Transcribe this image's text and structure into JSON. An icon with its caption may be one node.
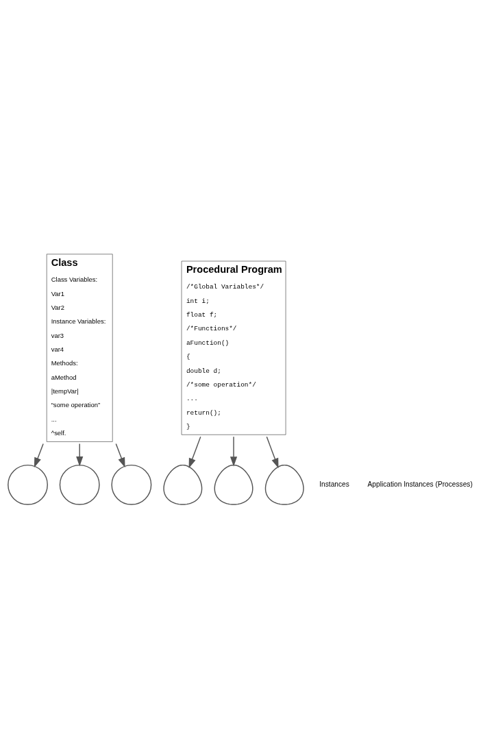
{
  "diagram": {
    "nodes": [
      {
        "text": [
          "Class",
          "Class Variables:",
          "Var1",
          "Var2",
          "Instance Variables:",
          "var3",
          "var4",
          "Methods:",
          "aMethod",
          "|tempVar|",
          "“some operation”",
          "...",
          "^self."
        ]
      },
      {
        "text": [
          "Procedural Program",
          "/*Global Variables*/",
          "int i;",
          "float f;",
          "/*Functions*/",
          "aFunction()",
          "{",
          "double d;",
          "/*some operation*/",
          "...",
          "return();",
          "}"
        ]
      },
      {
        "text": [],
        "shape": "circle"
      },
      {
        "text": [],
        "shape": "circle"
      },
      {
        "text": [],
        "shape": "circle"
      },
      {
        "text": [],
        "shape": "blob"
      },
      {
        "text": [],
        "shape": "blob"
      },
      {
        "text": [],
        "shape": "blob"
      }
    ],
    "edges": [
      {
        "from": 0,
        "to": 2,
        "arrow": "to"
      },
      {
        "from": 0,
        "to": 3,
        "arrow": "to"
      },
      {
        "from": 0,
        "to": 4,
        "arrow": "to"
      },
      {
        "from": 1,
        "to": 5,
        "arrow": "to"
      },
      {
        "from": 1,
        "to": 6,
        "arrow": "to"
      },
      {
        "from": 1,
        "to": 7,
        "arrow": "to"
      }
    ],
    "labels": [
      "Instances",
      "Application Instances (Processes)"
    ]
  }
}
